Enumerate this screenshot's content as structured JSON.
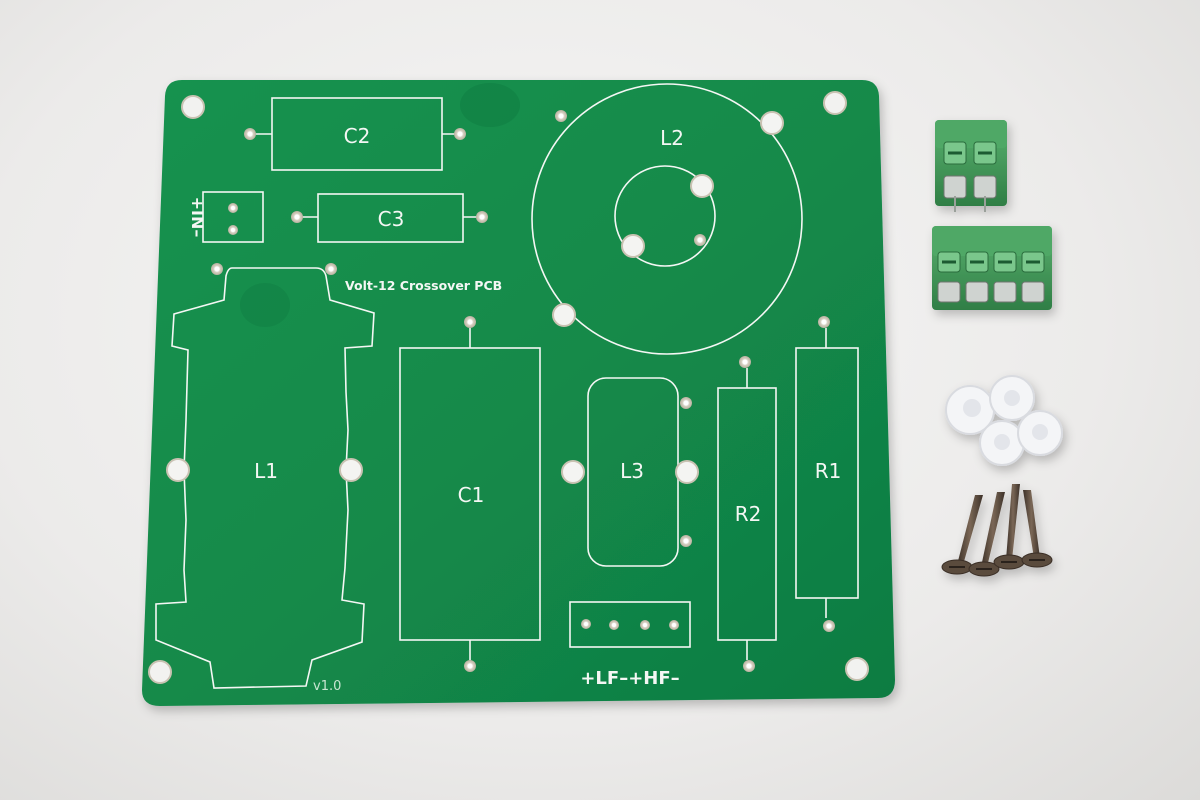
{
  "board": {
    "title": "Volt-12 Crossover PCB",
    "version": "v1.0",
    "output_label": "+LF–+HF–",
    "input_label": "+IN–",
    "colors": {
      "soldermask": "#138a4a",
      "silkscreen": "#f4f7f4",
      "pad": "#c9c2b2",
      "background": "#ecebea"
    },
    "components": {
      "c1": "C1",
      "c2": "C2",
      "c3": "C3",
      "l1": "L1",
      "l2": "L2",
      "l3": "L3",
      "r1": "R1",
      "r2": "R2"
    }
  },
  "accessories": {
    "terminal_blocks": [
      "2-position terminal block",
      "4-position terminal block"
    ],
    "standoffs": "plastic standoffs",
    "screws": "wood screws",
    "colors": {
      "terminal": "#3f9a58",
      "standoff": "#f1f2f4",
      "screw": "#5a4b3d"
    }
  }
}
